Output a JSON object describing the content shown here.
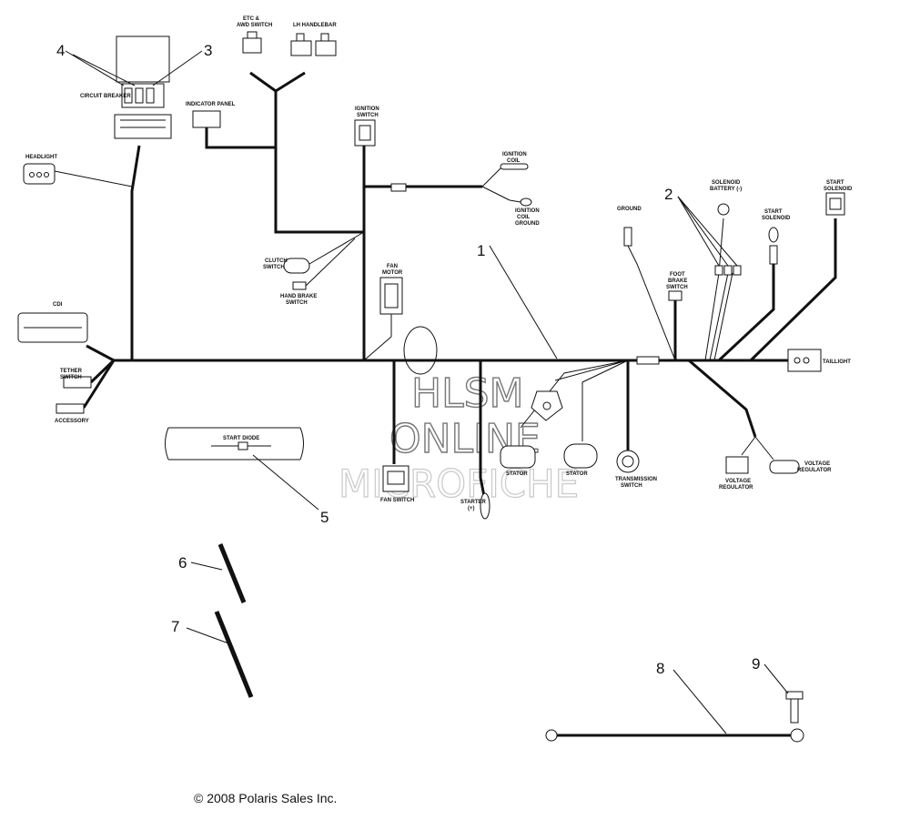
{
  "watermark": {
    "line1": "HLSM",
    "line2": "ONLINE",
    "line3": "MICROFICHE"
  },
  "copyright": "© 2008 Polaris Sales Inc.",
  "callouts": {
    "c1": "1",
    "c2": "2",
    "c3": "3",
    "c4": "4",
    "c5": "5",
    "c6": "6",
    "c7": "7",
    "c8": "8",
    "c9": "9"
  },
  "labels": {
    "circuit_breaker": "CIRCUIT BREAKER",
    "etc_switch_1": "ETC &",
    "etc_switch_2": "AWD SWITCH",
    "lh_handlebar": "LH HANDLEBAR",
    "indicator_panel": "INDICATOR PANEL",
    "ignition_switch_1": "IGNITION",
    "ignition_switch_2": "SWITCH",
    "headlight": "HEADLIGHT",
    "ignition_coil_1": "IGNITION",
    "ignition_coil_2": "COIL",
    "ignition_coil_ground_1": "IGNITION",
    "ignition_coil_ground_2": "COIL",
    "ignition_coil_ground_3": "GROUND",
    "solenoid_battery_1": "SOLENOID",
    "solenoid_battery_2": "BATTERY (-)",
    "start_solenoid_1": "START",
    "start_solenoid_2": "SOLENOID",
    "start_solenoid_top_1": "START",
    "start_solenoid_top_2": "SOLENOID",
    "ground": "GROUND",
    "clutch_switch_1": "CLUTCH",
    "clutch_switch_2": "SWITCH",
    "hand_brake_1": "HAND BRAKE",
    "hand_brake_2": "SWITCH",
    "fan_motor_1": "FAN",
    "fan_motor_2": "MOTOR",
    "foot_brake_1": "FOOT",
    "foot_brake_2": "BRAKE",
    "foot_brake_3": "SWITCH",
    "cdi": "CDI",
    "taillight": "TAILLIGHT",
    "tether_1": "TETHER",
    "tether_2": "SWITCH",
    "accessory": "ACCESSORY",
    "start_diode": "START DIODE",
    "fan_switch": "FAN SWITCH",
    "starter_1": "STARTER",
    "starter_2": "(+)",
    "stator_1": "STATOR",
    "stator_2": "STATOR",
    "transmission_1": "TRANSMISSION",
    "transmission_2": "SWITCH",
    "voltage_reg_1a": "VOLTAGE",
    "voltage_reg_1b": "REGULATOR",
    "voltage_reg_2a": "VOLTAGE",
    "voltage_reg_2b": "REGULATOR"
  }
}
